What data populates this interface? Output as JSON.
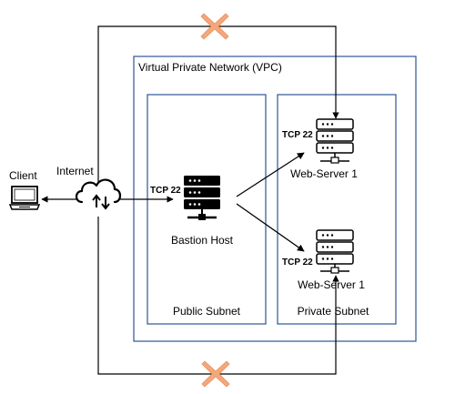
{
  "labels": {
    "client": "Client",
    "internet": "Internet",
    "vpc": "Virtual Private Network (VPC)",
    "public_subnet": "Public Subnet",
    "private_subnet": "Private Subnet",
    "bastion_host": "Bastion Host",
    "web_server_top": "Web-Server 1",
    "web_server_bottom": "Web-Server 1",
    "tcp_bastion": "TCP 22",
    "tcp_web_top": "TCP 22",
    "tcp_web_bottom": "TCP 22"
  },
  "colors": {
    "vpc_border": "#2f5496",
    "subnet_border": "#2f5496",
    "blocked_x": "#f4a77a",
    "line": "#000000",
    "server_body": "#000000"
  },
  "icons": {
    "client": "laptop-icon",
    "internet": "cloud-upload-download-icon",
    "bastion": "server-rack-icon",
    "web_server": "server-rack-outline-icon",
    "blocked": "x-mark-icon"
  }
}
